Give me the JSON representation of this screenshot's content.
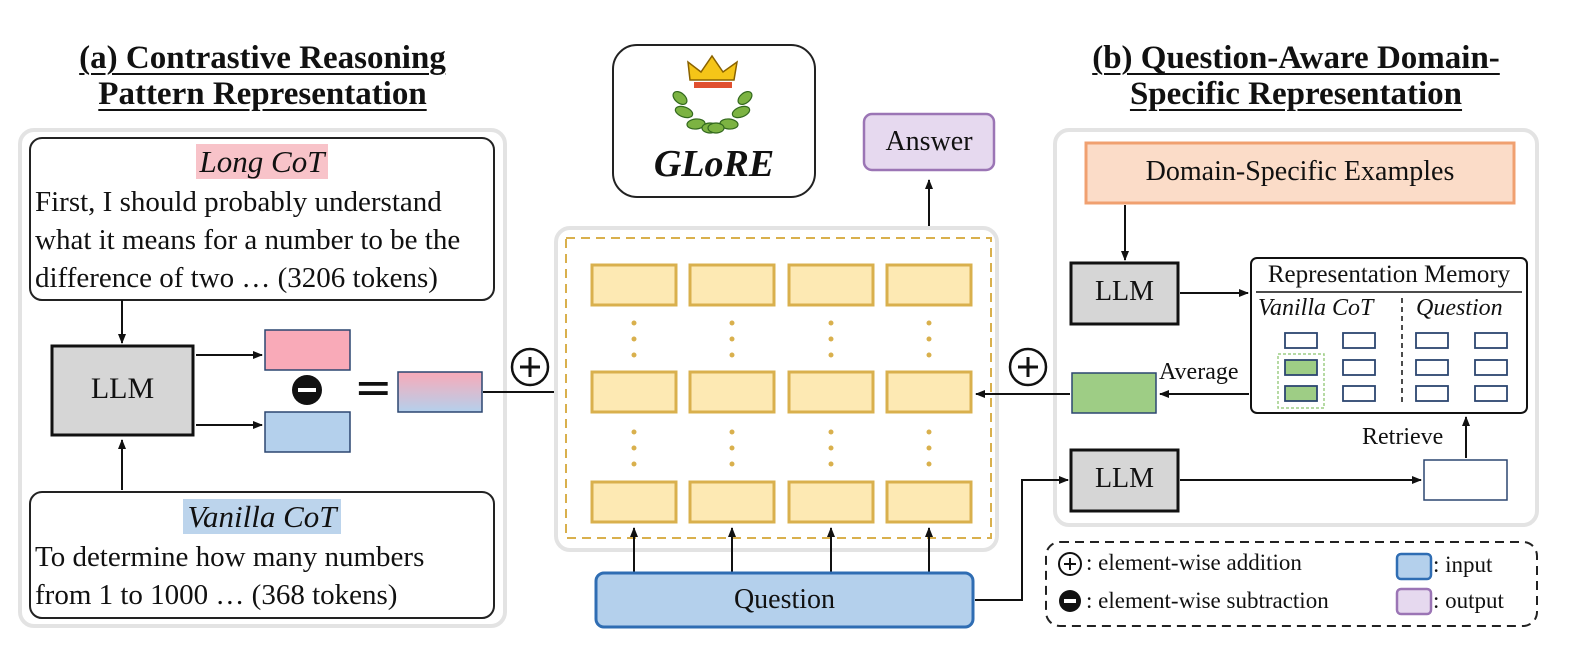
{
  "section_a": {
    "title_line1": "(a) Contrastive Reasoning",
    "title_line2": "Pattern Representation",
    "long_cot": {
      "label": "Long CoT",
      "line1": "First, I should probably understand",
      "line2": "what it means for a number to be the",
      "line3": "difference of two … (3206 tokens)"
    },
    "vanilla_cot": {
      "label": "Vanilla CoT",
      "line1": "To determine how many numbers",
      "line2": "from 1 to 1000 … (368 tokens)"
    },
    "llm": "LLM",
    "equals": "="
  },
  "center": {
    "logo_text": "GLoRE",
    "answer": "Answer",
    "question": "Question",
    "plus": "+"
  },
  "section_b": {
    "title_line1": "(b) Question-Aware Domain-",
    "title_line2": "Specific Representation",
    "examples": "Domain-Specific Examples",
    "llm_top": "LLM",
    "llm_bottom": "LLM",
    "memory_title": "Representation Memory",
    "memory_col1": "Vanilla CoT",
    "memory_col2": "Question",
    "average": "Average",
    "retrieve": "Retrieve"
  },
  "legend": {
    "add": ": element-wise addition",
    "sub": ": element-wise subtraction",
    "input": ": input",
    "output": ": output"
  },
  "colors": {
    "pink": "#f9aab8",
    "blue_input": "#b4d0ec",
    "yellow_cell": "#fde9b3",
    "yellow_border": "#d9b04d",
    "green": "#9ecd85",
    "orange_fill": "#fbdcc8",
    "orange_border": "#f0a070",
    "purple_fill": "#e6d9ef",
    "purple_border": "#9b75b5",
    "gray_box": "#d6d6d6",
    "navy": "#2c4670"
  }
}
